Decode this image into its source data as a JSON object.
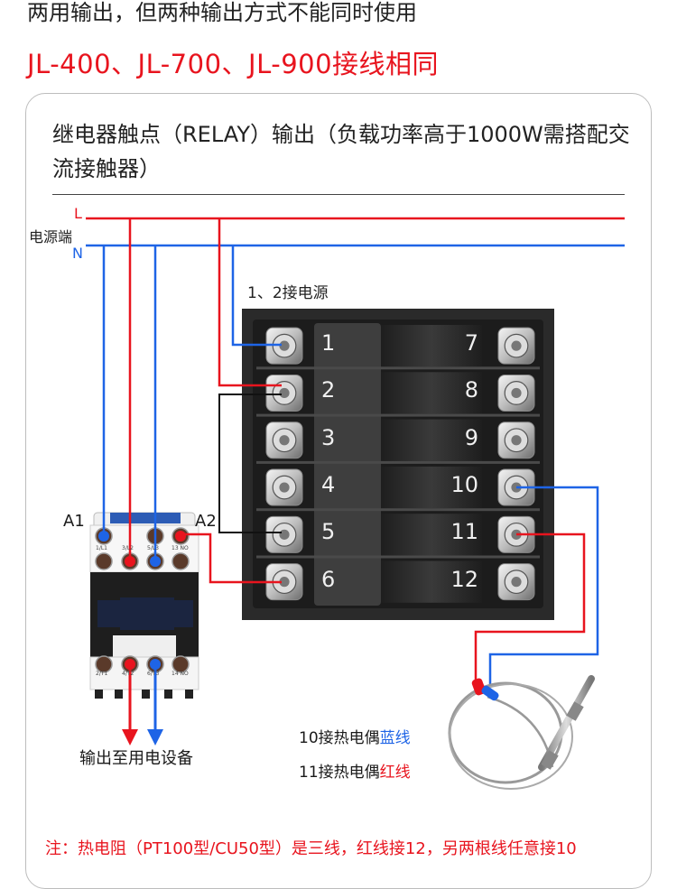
{
  "header": {
    "note": "两用输出，但两种输出方式不能同时使用",
    "models": "JL-400、JL-700、JL-900接线相同"
  },
  "card": {
    "title": "继电器触点（RELAY）输出（负载功率高于1000W需搭配交流接触器）",
    "power_side_label": "电源端",
    "line_L": "L",
    "line_N": "N",
    "power_terminal_note": "1、2接电源",
    "contactor": {
      "coil_left": "A1",
      "coil_right": "A2",
      "top_terminals": [
        "1/L1",
        "3/L2",
        "5/L3",
        "13 NO"
      ],
      "bottom_terminals": [
        "2/T1",
        "4/T2",
        "6/T3",
        "14 NO"
      ],
      "output_label": "输出至用电设备"
    },
    "terminals_left": [
      "1",
      "2",
      "3",
      "4",
      "5",
      "6"
    ],
    "terminals_right": [
      "7",
      "8",
      "9",
      "10",
      "11",
      "12"
    ],
    "thermocouple": {
      "blue_prefix": "10接热电偶",
      "blue_word": "蓝线",
      "red_prefix": "11接热电偶",
      "red_word": "红线"
    },
    "footnote": "注：热电阻（PT100型/CU50型）是三线，红线接12，另两根线任意接10"
  },
  "colors": {
    "red": "#e8141e",
    "blue": "#1e64e6",
    "panel": "#262626"
  }
}
